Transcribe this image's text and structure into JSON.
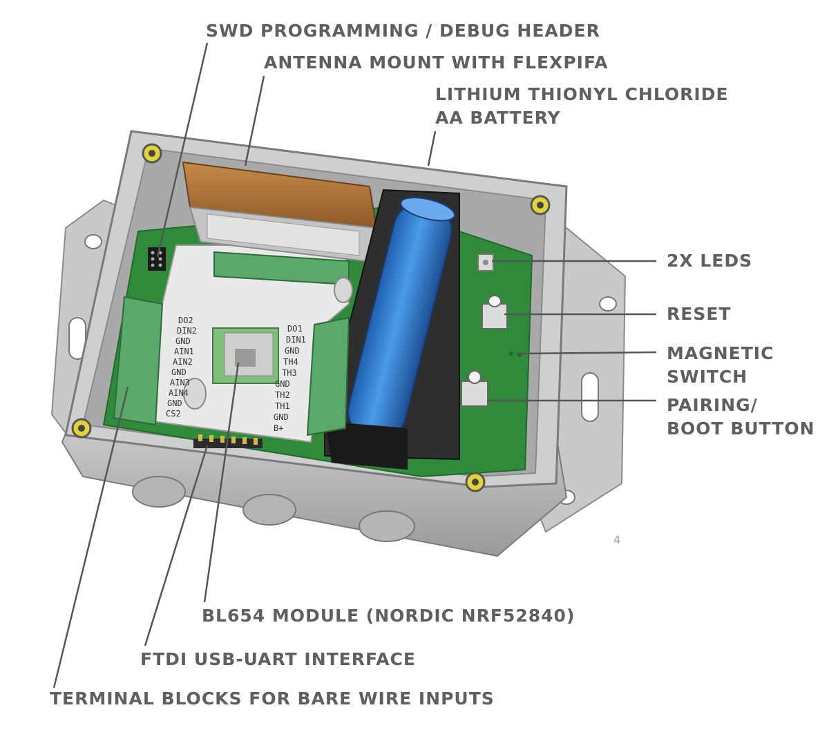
{
  "callouts": {
    "swd_header": "SWD PROGRAMMING / DEBUG HEADER",
    "antenna_mount": "ANTENNA MOUNT WITH FLEXPIFA",
    "battery_line1": "LITHIUM THIONYL CHLORIDE",
    "battery_line2": "AA BATTERY",
    "leds": "2X LEDS",
    "reset": "RESET",
    "magnetic_line1": "MAGNETIC",
    "magnetic_line2": "SWITCH",
    "pairing_line1": "PAIRING/",
    "pairing_line2": "BOOT BUTTON",
    "bl654": "BL654 MODULE (NORDIC NRF52840)",
    "ftdi": "FTDI USB-UART INTERFACE",
    "terminal_blocks": "TERMINAL BLOCKS FOR BARE WIRE INPUTS"
  },
  "page_number": "4",
  "pcb_labels": {
    "left_column": [
      "DO2",
      "DIN2",
      "GND",
      "AIN1",
      "AIN2",
      "GND",
      "AIN3",
      "AIN4",
      "GND",
      "CS2"
    ],
    "right_column": [
      "DO1",
      "DIN1",
      "GND",
      "TH4",
      "TH3",
      "GND",
      "TH2",
      "TH1",
      "GND",
      "B+"
    ]
  },
  "colors": {
    "enclosure": "#bdbdbd",
    "enclosure_dark": "#8f8f8f",
    "pcb_green": "#2f8a3a",
    "terminal_green": "#5aa86a",
    "battery_blue": "#2f7fd6",
    "antenna_tan": "#b0763a",
    "screw_yellow": "#e0d43a",
    "callout_text": "#5f5f5f"
  }
}
